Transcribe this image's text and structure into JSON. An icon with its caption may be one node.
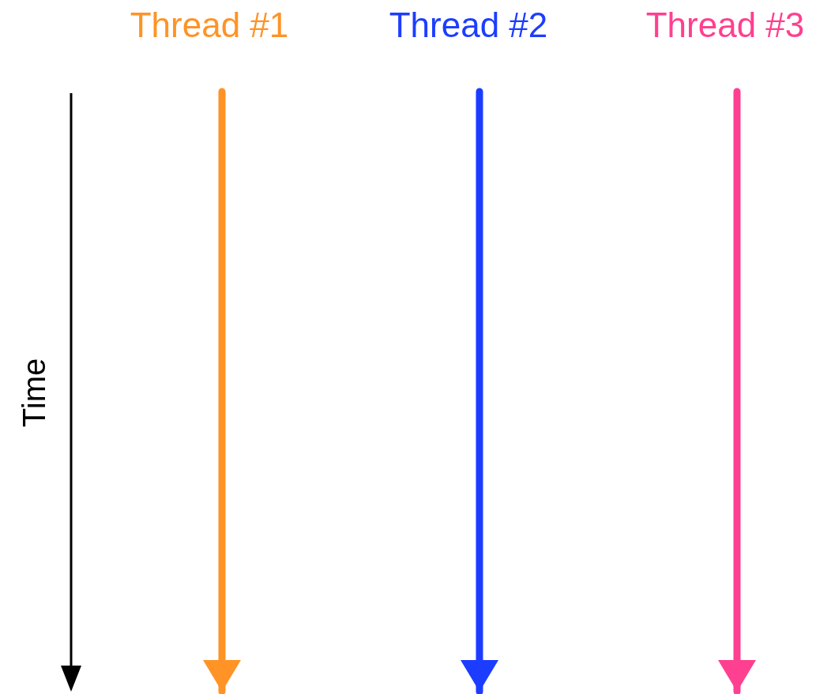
{
  "diagram": {
    "nodes": [
      {
        "text": [
          "Thread #1"
        ]
      },
      {
        "text": [
          "Thread #2"
        ]
      },
      {
        "text": [
          "Thread #3"
        ]
      }
    ],
    "edges": [
      {
        "from": 0,
        "to": null,
        "arrow": "to",
        "color": "#ff9326"
      },
      {
        "from": 1,
        "to": null,
        "arrow": "to",
        "color": "#1c3dff"
      },
      {
        "from": 2,
        "to": null,
        "arrow": "to",
        "color": "#ff3f8f"
      }
    ],
    "labels": [
      "Time"
    ]
  }
}
